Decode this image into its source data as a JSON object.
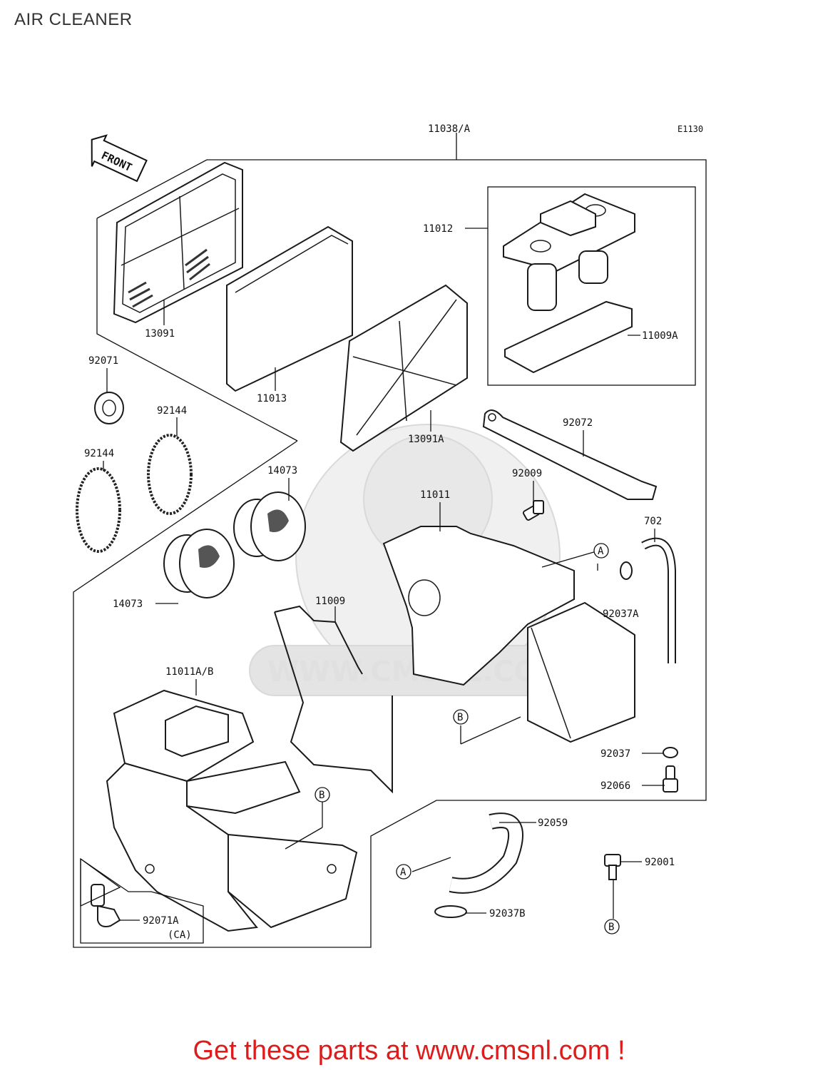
{
  "title": "AIR CLEANER",
  "diagram_code": "E1130",
  "front_label": "FRONT",
  "watermark_text": "WWW.CMSNL.COM",
  "parts": [
    {
      "id": "p11038",
      "number": "11038/A"
    },
    {
      "id": "p11012",
      "number": "11012"
    },
    {
      "id": "p11009A",
      "number": "11009A"
    },
    {
      "id": "p13091",
      "number": "13091"
    },
    {
      "id": "p11013",
      "number": "11013"
    },
    {
      "id": "p13091A",
      "number": "13091A"
    },
    {
      "id": "p92071",
      "number": "92071"
    },
    {
      "id": "p92144a",
      "number": "92144"
    },
    {
      "id": "p92144b",
      "number": "92144"
    },
    {
      "id": "p92072",
      "number": "92072"
    },
    {
      "id": "p14073a",
      "number": "14073"
    },
    {
      "id": "p14073b",
      "number": "14073"
    },
    {
      "id": "p92009",
      "number": "92009"
    },
    {
      "id": "p11011",
      "number": "11011"
    },
    {
      "id": "p702",
      "number": "702"
    },
    {
      "id": "p11009",
      "number": "11009"
    },
    {
      "id": "p92037A",
      "number": "92037A"
    },
    {
      "id": "p11011AB",
      "number": "11011A/B"
    },
    {
      "id": "p92037",
      "number": "92037"
    },
    {
      "id": "p92066",
      "number": "92066"
    },
    {
      "id": "p92059",
      "number": "92059"
    },
    {
      "id": "p92001",
      "number": "92001"
    },
    {
      "id": "p92037B",
      "number": "92037B"
    },
    {
      "id": "p92071A",
      "number": "92071A"
    },
    {
      "id": "p92071A_note",
      "number": "(CA)"
    }
  ],
  "refs": {
    "a": "A",
    "b": "B"
  },
  "footer": {
    "text": "Get these parts at www.cmsnl.com !",
    "color": "#dd1c1c"
  }
}
